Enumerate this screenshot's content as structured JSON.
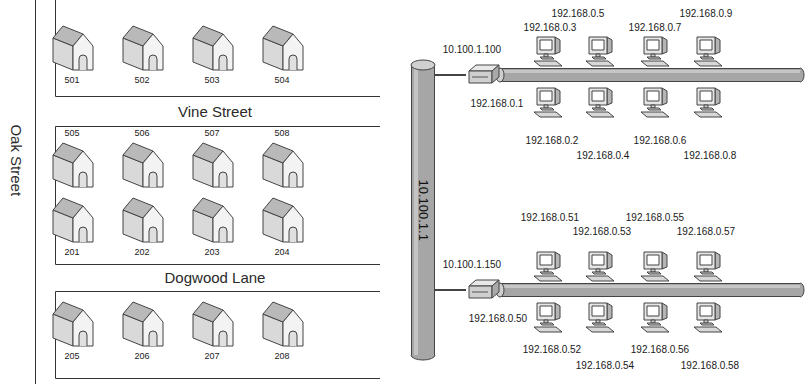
{
  "diagram": {
    "nodes": [
      {
        "text": [
          "501"
        ]
      },
      {
        "text": [
          "502"
        ]
      },
      {
        "text": [
          "503"
        ]
      },
      {
        "text": [
          "504"
        ]
      },
      {
        "text": [
          "505"
        ]
      },
      {
        "text": [
          "506"
        ]
      },
      {
        "text": [
          "507"
        ]
      },
      {
        "text": [
          "508"
        ]
      },
      {
        "text": [
          "201"
        ]
      },
      {
        "text": [
          "202"
        ]
      },
      {
        "text": [
          "203"
        ]
      },
      {
        "text": [
          "204"
        ]
      },
      {
        "text": [
          "205"
        ]
      },
      {
        "text": [
          "206"
        ]
      },
      {
        "text": [
          "207"
        ]
      },
      {
        "text": [
          "208"
        ]
      },
      {
        "text": [
          "10.100.1.1"
        ]
      },
      {
        "text": [
          "10.100.1.100",
          "192.168.0.1"
        ]
      },
      {
        "text": [
          "192.168.0.3"
        ]
      },
      {
        "text": [
          "192.168.0.5"
        ]
      },
      {
        "text": [
          "192.168.0.7"
        ]
      },
      {
        "text": [
          "192.168.0.9"
        ]
      },
      {
        "text": [
          "192.168.0.2"
        ]
      },
      {
        "text": [
          "192.168.0.4"
        ]
      },
      {
        "text": [
          "192.168.0.6"
        ]
      },
      {
        "text": [
          "192.168.0.8"
        ]
      },
      {
        "text": [
          "10.100.1.150",
          "192.168.0.50"
        ]
      },
      {
        "text": [
          "192.168.0.51"
        ]
      },
      {
        "text": [
          "192.168.0.53"
        ]
      },
      {
        "text": [
          "192.168.0.55"
        ]
      },
      {
        "text": [
          "192.168.0.57"
        ]
      },
      {
        "text": [
          "192.168.0.52"
        ]
      },
      {
        "text": [
          "192.168.0.54"
        ]
      },
      {
        "text": [
          "192.168.0.56"
        ]
      },
      {
        "text": [
          "192.168.0.58"
        ]
      }
    ],
    "edges": [
      {
        "from": 17,
        "to": 16,
        "arrow": "none"
      },
      {
        "from": 26,
        "to": 16,
        "arrow": "none"
      }
    ],
    "labels": [
      "Vine Street",
      "Dogwood Lane",
      "Oak Street"
    ]
  }
}
